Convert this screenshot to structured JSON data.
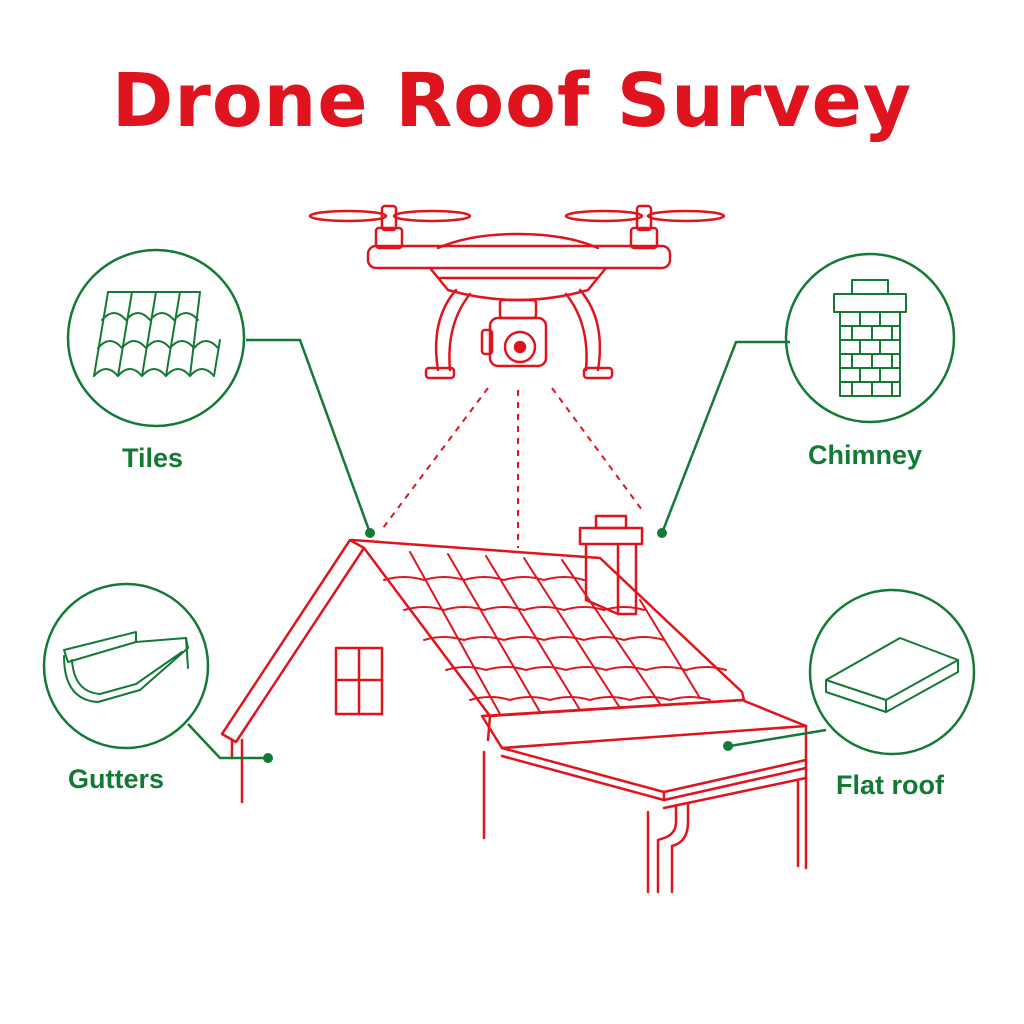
{
  "title": "Drone Roof Survey",
  "callouts": {
    "tiles": {
      "label": "Tiles",
      "icon": "roof-tiles-icon"
    },
    "chimney": {
      "label": "Chimney",
      "icon": "chimney-icon"
    },
    "gutters": {
      "label": "Gutters",
      "icon": "gutter-icon"
    },
    "flat_roof": {
      "label": "Flat roof",
      "icon": "flat-roof-icon"
    }
  },
  "colors": {
    "primary_red": "#e0141e",
    "accent_green": "#137a35",
    "background": "#ffffff"
  }
}
